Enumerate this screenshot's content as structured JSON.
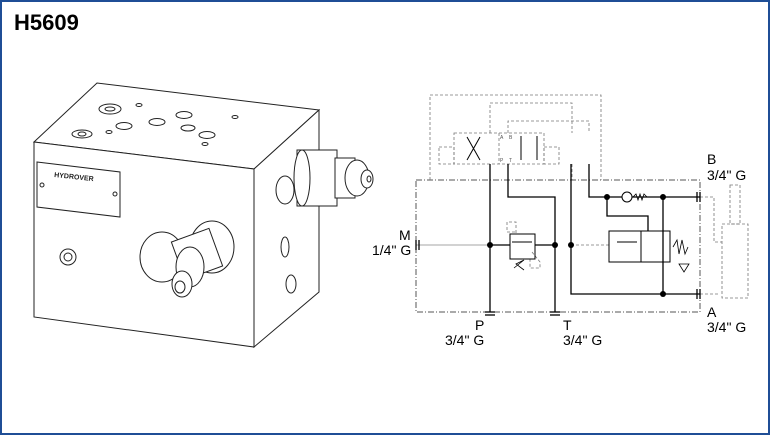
{
  "title": "H5609",
  "product": {
    "brand_plate": "HYDROVER"
  },
  "schematic": {
    "ports": {
      "M": {
        "name": "M",
        "size": "1/4\" G"
      },
      "P": {
        "name": "P",
        "size": "3/4\" G"
      },
      "T": {
        "name": "T",
        "size": "3/4\" G"
      },
      "A": {
        "name": "A",
        "size": "3/4\" G"
      },
      "B": {
        "name": "B",
        "size": "3/4\" G"
      }
    },
    "valve_ports": [
      "A",
      "P",
      "B",
      "T"
    ]
  },
  "colors": {
    "border": "#1f4e96"
  }
}
